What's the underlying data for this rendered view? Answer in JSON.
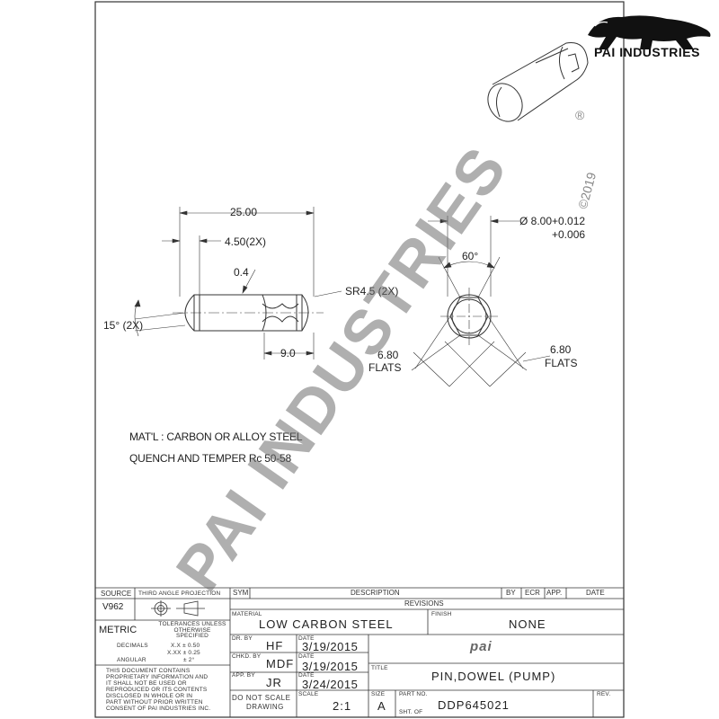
{
  "brand": {
    "name": "PAI INDUSTRIES",
    "watermark": "PAI INDUSTRIES",
    "registered_mark": "®",
    "copyright": "©2019",
    "small_logo": "pai"
  },
  "dimensions": {
    "overall_length": "25.00",
    "chamfer_length": "4.50(2X)",
    "edge_break": "0.4",
    "sphere_radius": "SR4.5 (2X)",
    "angle": "15° (2X)",
    "flat_length": "9.0",
    "diameter": "Ø 8.00+0.012",
    "diameter_lower": "+0.006",
    "flat_angle": "60°",
    "flats_left_value": "6.80",
    "flats_left_label": "FLATS",
    "flats_right_value": "6.80",
    "flats_right_label": "FLATS"
  },
  "notes": {
    "material": "MAT'L : CARBON OR ALLOY STEEL",
    "treatment": "QUENCH AND TEMPER Rc 50-58"
  },
  "title_block": {
    "source_label": "SOURCE",
    "source_value": "V962",
    "projection_label": "THIRD ANGLE PROJECTION",
    "metric": "METRIC",
    "tolerances_label": "TOLERANCES UNLESS OTHERWISE SPECIFIED",
    "decimals_label": "DECIMALS",
    "tol_xx": "X.X  ±  0.50",
    "tol_xxx": "X.XX  ±  0.25",
    "angular_label": "ANGULAR",
    "tol_angular": "±  2°",
    "proprietary": [
      "THIS DOCUMENT CONTAINS",
      "PROPRIETARY INFORMATION AND",
      "IT SHALL NOT BE USED OR",
      "REPRODUCED OR ITS CONTENTS",
      "DISCLOSED IN WHOLE OR IN",
      "PART WITHOUT PRIOR WRITTEN",
      "CONSENT OF PAI INDUSTRIES INC."
    ],
    "sym_label": "SYM",
    "description_label": "DESCRIPTION",
    "by_label": "BY",
    "ecr_label": "ECR",
    "app_label": "APP.",
    "date_label": "DATE",
    "revisions_label": "REVISIONS",
    "material_label": "MATERIAL",
    "material_value": "LOW  CARBON  STEEL",
    "finish_label": "FINISH",
    "finish_value": "NONE",
    "dr_by_label": "DR. BY",
    "dr_by_value": "HF",
    "dr_date_label": "DATE",
    "dr_date_value": "3/19/2015",
    "chkd_by_label": "CHKD. BY",
    "chkd_by_value": "MDF",
    "chkd_date_label": "DATE",
    "chkd_date_value": "3/19/2015",
    "app_by_label": "APP. BY",
    "app_by_value": "JR",
    "app_date_label": "DATE",
    "app_date_value": "3/24/2015",
    "title_label": "TITLE",
    "title_value": "PIN,DOWEL  (PUMP)",
    "do_not_scale_1": "DO  NOT  SCALE",
    "do_not_scale_2": "DRAWING",
    "scale_label": "SCALE",
    "scale_value": "2:1",
    "size_label": "SIZE",
    "size_value": "A",
    "part_no_label": "PART NO.",
    "part_no_value": "DDP645021",
    "rev_label": "REV.",
    "sht_label": "SHT.   OF"
  },
  "colors": {
    "line": "#333333",
    "watermark": "#8a8a8a"
  }
}
